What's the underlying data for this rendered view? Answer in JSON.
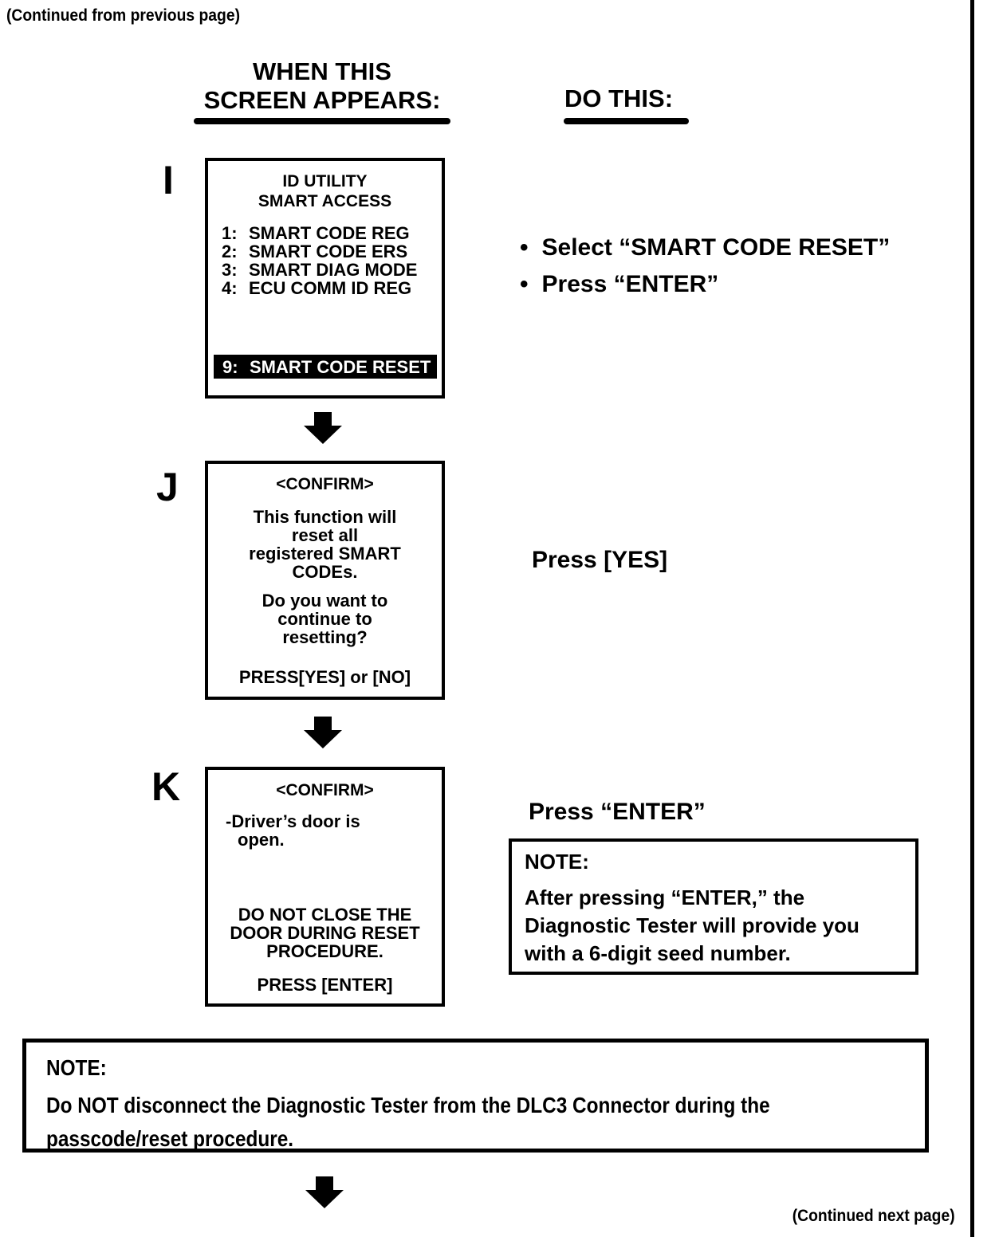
{
  "ui": {
    "bullet": "•"
  },
  "page": {
    "continued_from": "(Continued from previous page)",
    "continued_next": "(Continued next page)"
  },
  "headers": {
    "left_line1": "WHEN THIS",
    "left_line2": "SCREEN APPEARS:",
    "right": "DO THIS:"
  },
  "steps": [
    {
      "label": "I",
      "screen": {
        "title_lines": [
          "ID UTILITY",
          "SMART ACCESS"
        ],
        "menu_items": [
          {
            "num": "1:",
            "text": "SMART CODE REG"
          },
          {
            "num": "2:",
            "text": "SMART CODE ERS"
          },
          {
            "num": "3:",
            "text": "SMART DIAG MODE"
          },
          {
            "num": "4:",
            "text": "ECU COMM ID REG"
          }
        ],
        "highlighted_item": {
          "num": "9:",
          "text": "SMART CODE RESET"
        }
      },
      "actions": [
        "Select “SMART CODE RESET”",
        "Press “ENTER”"
      ]
    },
    {
      "label": "J",
      "screen": {
        "title": "<CONFIRM>",
        "body1": [
          "This function will",
          "reset all",
          "registered SMART",
          "CODEs."
        ],
        "body2": [
          "Do you want to",
          "continue to",
          "resetting?"
        ],
        "footer": "PRESS[YES] or [NO]"
      },
      "action": "Press [YES]"
    },
    {
      "label": "K",
      "screen": {
        "title": "<CONFIRM>",
        "body1": [
          "-Driver’s door is",
          "open."
        ],
        "body2": [
          "DO NOT CLOSE THE",
          "DOOR DURING RESET",
          "PROCEDURE."
        ],
        "footer": "PRESS [ENTER]"
      },
      "action": "Press “ENTER”",
      "note": {
        "label": "NOTE:",
        "lines": [
          "After pressing “ENTER,” the",
          "Diagnostic Tester will provide you",
          "with a 6-digit seed number."
        ]
      }
    }
  ],
  "bottom_note": {
    "label": "NOTE:",
    "lines": [
      "Do NOT disconnect the Diagnostic Tester from the DLC3 Connector during the",
      "passcode/reset procedure."
    ]
  },
  "colors": {
    "ink": "#000000",
    "paper": "#ffffff",
    "highlight_bg": "#000000",
    "highlight_text": "#ffffff"
  }
}
